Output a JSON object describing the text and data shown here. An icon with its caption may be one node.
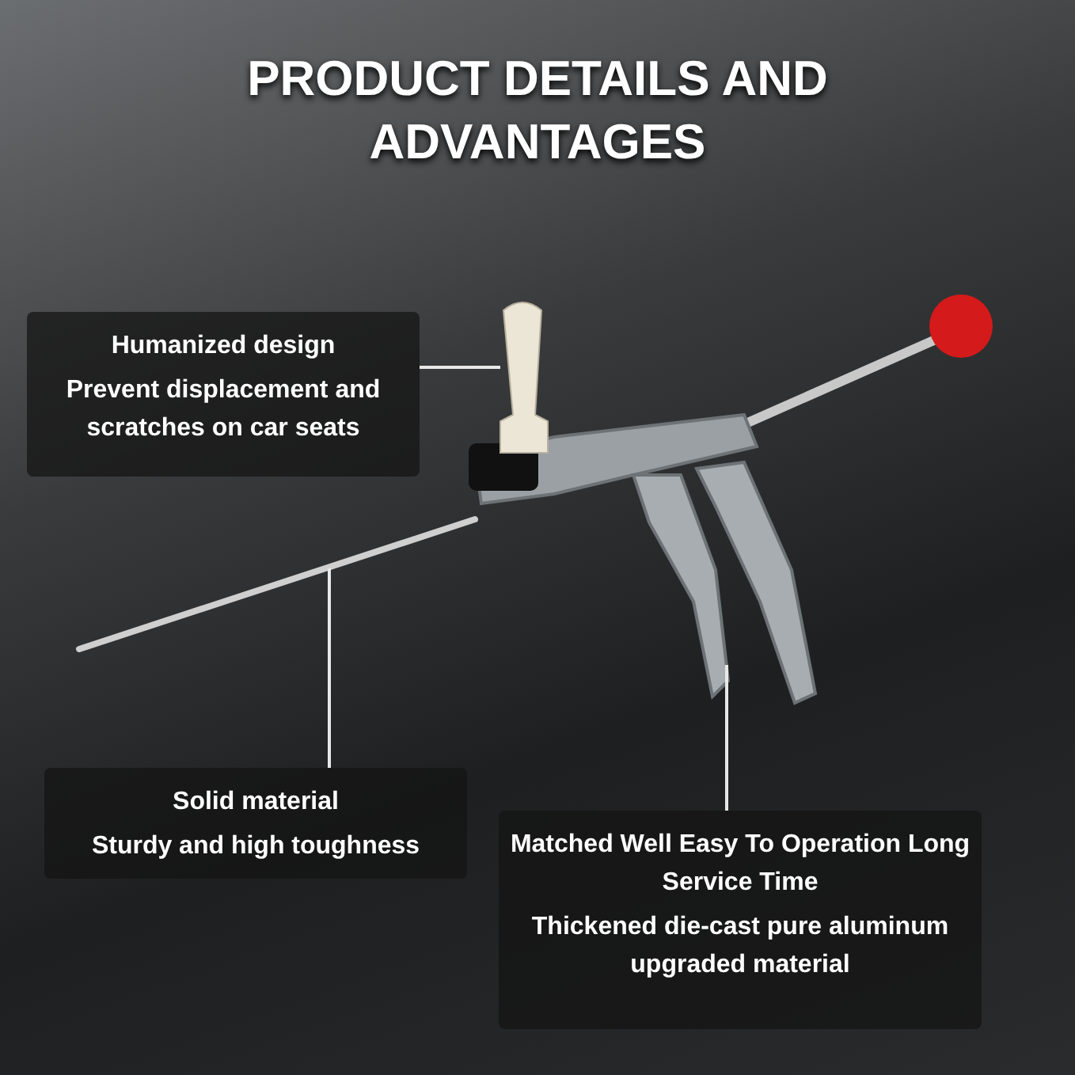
{
  "diagram": {
    "title": "PRODUCT DETAILS AND ADVANTAGES",
    "nodes": [
      {
        "text": [
          "Humanized design",
          "Prevent displacement and scratches on car seats"
        ]
      },
      {
        "text": [],
        "shape": "picture"
      },
      {
        "text": [
          "Solid material",
          "Sturdy and high toughness"
        ]
      },
      {
        "text": [],
        "shape": "picture"
      },
      {
        "text": [
          "Matched Well Easy To Operation Long Service Time",
          "Thickened die-cast pure aluminum upgraded material"
        ]
      },
      {
        "text": [],
        "shape": "picture"
      }
    ],
    "edges": [
      {
        "from": 0,
        "to": 1,
        "arrow": "none"
      },
      {
        "from": 2,
        "to": 3,
        "arrow": "none"
      },
      {
        "from": 4,
        "to": 5,
        "arrow": "none"
      }
    ]
  }
}
